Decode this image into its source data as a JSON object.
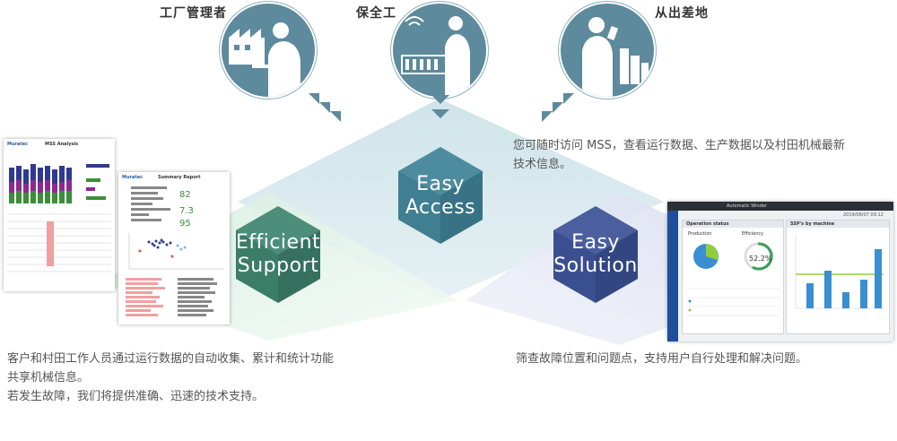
{
  "roles": [
    {
      "label": "工厂管理者"
    },
    {
      "label": "保全工"
    },
    {
      "label": "从出差地"
    }
  ],
  "pillars": [
    {
      "line1": "Easy",
      "line2": "Access",
      "color": "#3f7f91"
    },
    {
      "line1": "Efficient",
      "line2": "Support",
      "color": "#3c7d68"
    },
    {
      "line1": "Easy",
      "line2": "Solution",
      "color": "#3a4f8f"
    }
  ],
  "descriptions": {
    "access": [
      "您可随时访问 MSS，查看运行数据、生产数据以及村田机械最新",
      "技术信息。"
    ],
    "support": [
      "客户和村田工作人员通过运行数据的自动收集、累计和统计功能",
      "共享机械信息。",
      "若发生故障，我们将提供准确、迅速的技术支持。"
    ],
    "solution": [
      "筛查故障位置和问题点，支持用户自行处理和解决问题。"
    ]
  },
  "thumbnails": {
    "report1": {
      "logo": "Muratec",
      "title": "MSS Analysis"
    },
    "report2": {
      "logo": "Muratec",
      "title": "Summary Report",
      "big1": "82",
      "big2": "7.3",
      "big3": "95"
    },
    "dashboard": {
      "panel1_title": "Operation status",
      "panel2_title": "SSP's by machine",
      "efficiency_label": "Efficiency",
      "efficiency_value": "52.2%",
      "production_label": "Production",
      "machine_title": "Automatic Winder",
      "date_text": "2019/06/07 09:12"
    }
  },
  "colors": {
    "circle": "#5d8a9c",
    "access": "#3f7f91",
    "support": "#3c7d68",
    "solution": "#3a4f8f"
  }
}
